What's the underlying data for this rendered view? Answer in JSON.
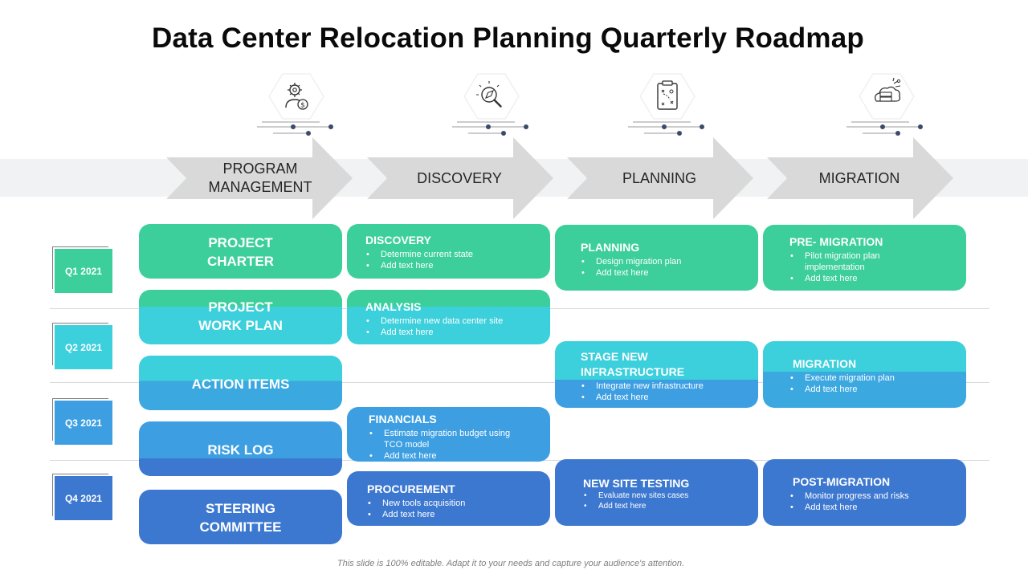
{
  "title": "Data Center Relocation Planning Quarterly Roadmap",
  "phases": [
    {
      "label": "PROGRAM MANAGEMENT",
      "icon": "person-gear-dollar-icon"
    },
    {
      "label": "DISCOVERY",
      "icon": "magnifier-compass-icon"
    },
    {
      "label": "PLANNING",
      "icon": "clipboard-plan-icon"
    },
    {
      "label": "MIGRATION",
      "icon": "server-cloud-icon"
    }
  ],
  "quarters": [
    "Q1 2021",
    "Q2 2021",
    "Q3 2021",
    "Q4 2021"
  ],
  "program_management": [
    "PROJECT CHARTER",
    "PROJECT WORK PLAN",
    "ACTION ITEMS",
    "RISK LOG",
    "STEERING COMMITTEE"
  ],
  "discovery": [
    {
      "title": "DISCOVERY",
      "bullets": [
        "Determine current state",
        "Add text here"
      ]
    },
    {
      "title": "ANALYSIS",
      "bullets": [
        "Determine new data center site",
        "Add text here"
      ]
    },
    {
      "title": "FINANCIALS",
      "bullets": [
        "Estimate migration budget using TCO model",
        "Add text here"
      ]
    },
    {
      "title": "PROCUREMENT",
      "bullets": [
        "New tools acquisition",
        "Add text here"
      ]
    }
  ],
  "planning": [
    {
      "title": "PLANNING",
      "bullets": [
        "Design migration plan",
        "Add text here"
      ]
    },
    {
      "title": "STAGE NEW INFRASTRUCTURE",
      "bullets": [
        "Integrate new infrastructure",
        "Add text here"
      ]
    },
    {
      "title": "NEW SITE TESTING",
      "bullets": [
        "Evaluate new sites cases",
        "Add text here"
      ]
    }
  ],
  "migration": [
    {
      "title": "PRE- MIGRATION",
      "bullets": [
        "Pilot migration plan implementation",
        "Add text here"
      ]
    },
    {
      "title": "MIGRATION",
      "bullets": [
        "Execute migration plan",
        "Add text here"
      ]
    },
    {
      "title": "POST-MIGRATION",
      "bullets": [
        "Monitor progress and risks",
        "Add text here"
      ]
    }
  ],
  "footer": "This slide is 100% editable. Adapt it to your needs and capture your audience's attention.",
  "colors": {
    "green": "#3ccf9b",
    "teal": "#3ccfdc",
    "blue": "#3d9fe2",
    "dark_blue": "#3d78d0",
    "arrow": "#d9d9d9",
    "dot": "#3b4a6b"
  }
}
